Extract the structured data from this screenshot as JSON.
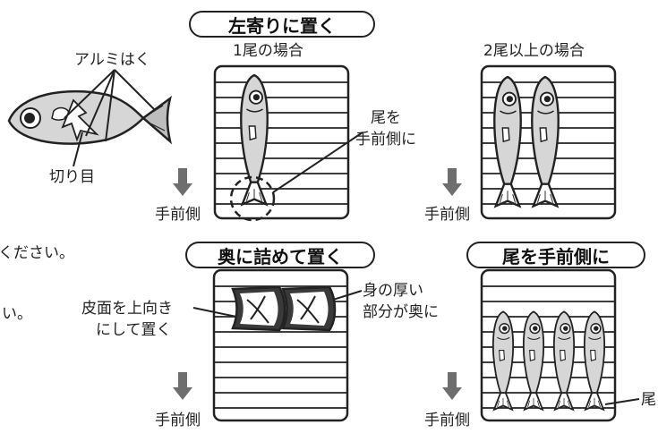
{
  "headings": {
    "left_side": "左寄りに置く",
    "back": "奥に詰めて置く",
    "tail_front": "尾を手前側に"
  },
  "labels": {
    "one_fish": "1尾の場合",
    "two_plus_fish": "2尾以上の場合",
    "foil": "アルミはく",
    "cut": "切り目",
    "tail_to_front_line1": "尾を",
    "tail_to_front_line2": "手前側に",
    "front_side": "手前側",
    "skin_up_line1": "皮面を上向き",
    "skin_up_line2": "にして置く",
    "thick_back_line1": "身の厚い",
    "thick_back_line2": "部分が奥に",
    "tail_partial": "尾"
  },
  "fragments": {
    "line1": "ください。",
    "line2": "い。"
  },
  "colors": {
    "ink": "#222222",
    "fish_body": "#d6d6d6",
    "arrow": "#6e6e6e",
    "fillet_dark": "#3a3a3a"
  }
}
